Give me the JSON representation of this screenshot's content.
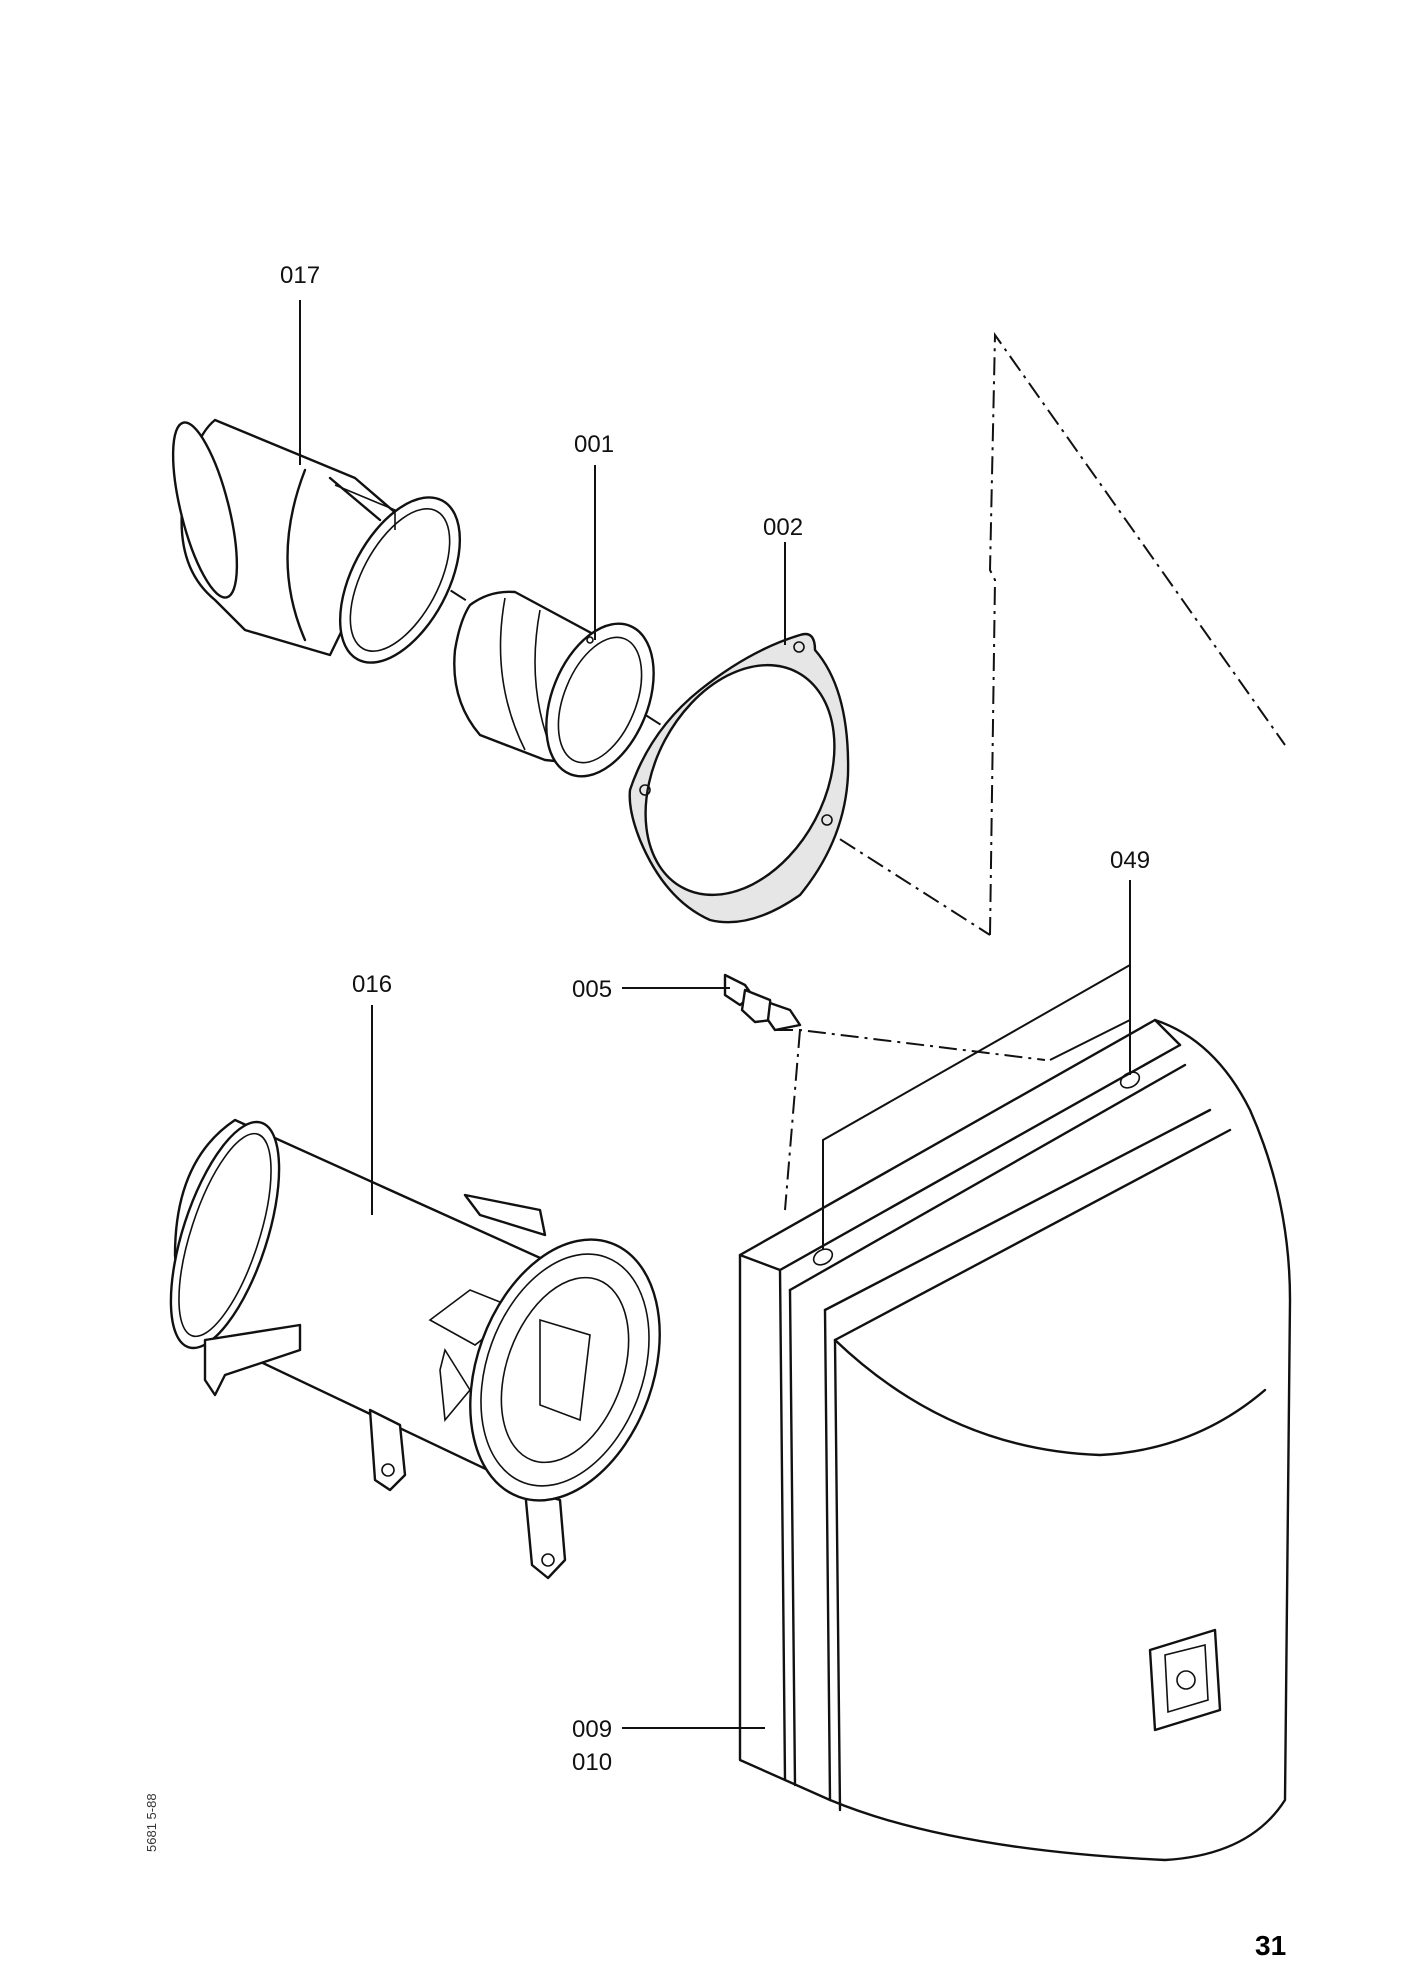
{
  "labels": {
    "p017": "017",
    "p001": "001",
    "p002": "002",
    "p049": "049",
    "p016": "016",
    "p005": "005",
    "p009": "009",
    "p010": "010"
  },
  "drawing_code": "5681 5-88",
  "page_number": "31"
}
